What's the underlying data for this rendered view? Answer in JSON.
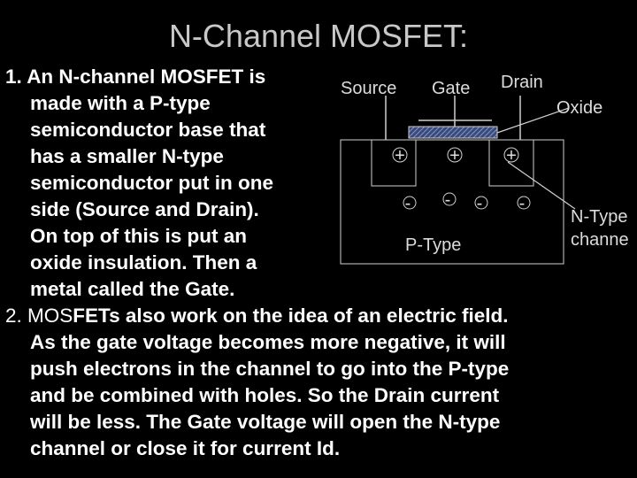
{
  "title": "N-Channel MOSFET:",
  "point1": {
    "number": "1.",
    "lines": [
      "An N-channel MOSFET is",
      "made with a P-type",
      "semiconductor base that",
      "has a smaller N-type",
      "semiconductor put in one",
      "side (Source and Drain).",
      "On top of this is put an",
      "oxide insulation. Then a",
      "metal called the Gate."
    ]
  },
  "point2": {
    "number": "2.",
    "first_plain": "MOS",
    "first_bold": "FETs also work on the idea of an electric field.",
    "lines": [
      "As the gate voltage becomes more negative, it will",
      "push electrons in the channel to go into the P-type",
      "and be combined with holes. So the Drain current",
      "will be less. The Gate voltage will open the N-type",
      "channel or close it for current Id."
    ]
  },
  "diagram": {
    "source_label": "Source",
    "gate_label": "Gate",
    "drain_label": "Drain",
    "oxide_label": "Oxide",
    "ptype_label": "P-Type",
    "channel_label_line1": "N-Type",
    "channel_label_line2": "channe",
    "plus_symbol": "+",
    "minus_symbol": "-"
  }
}
